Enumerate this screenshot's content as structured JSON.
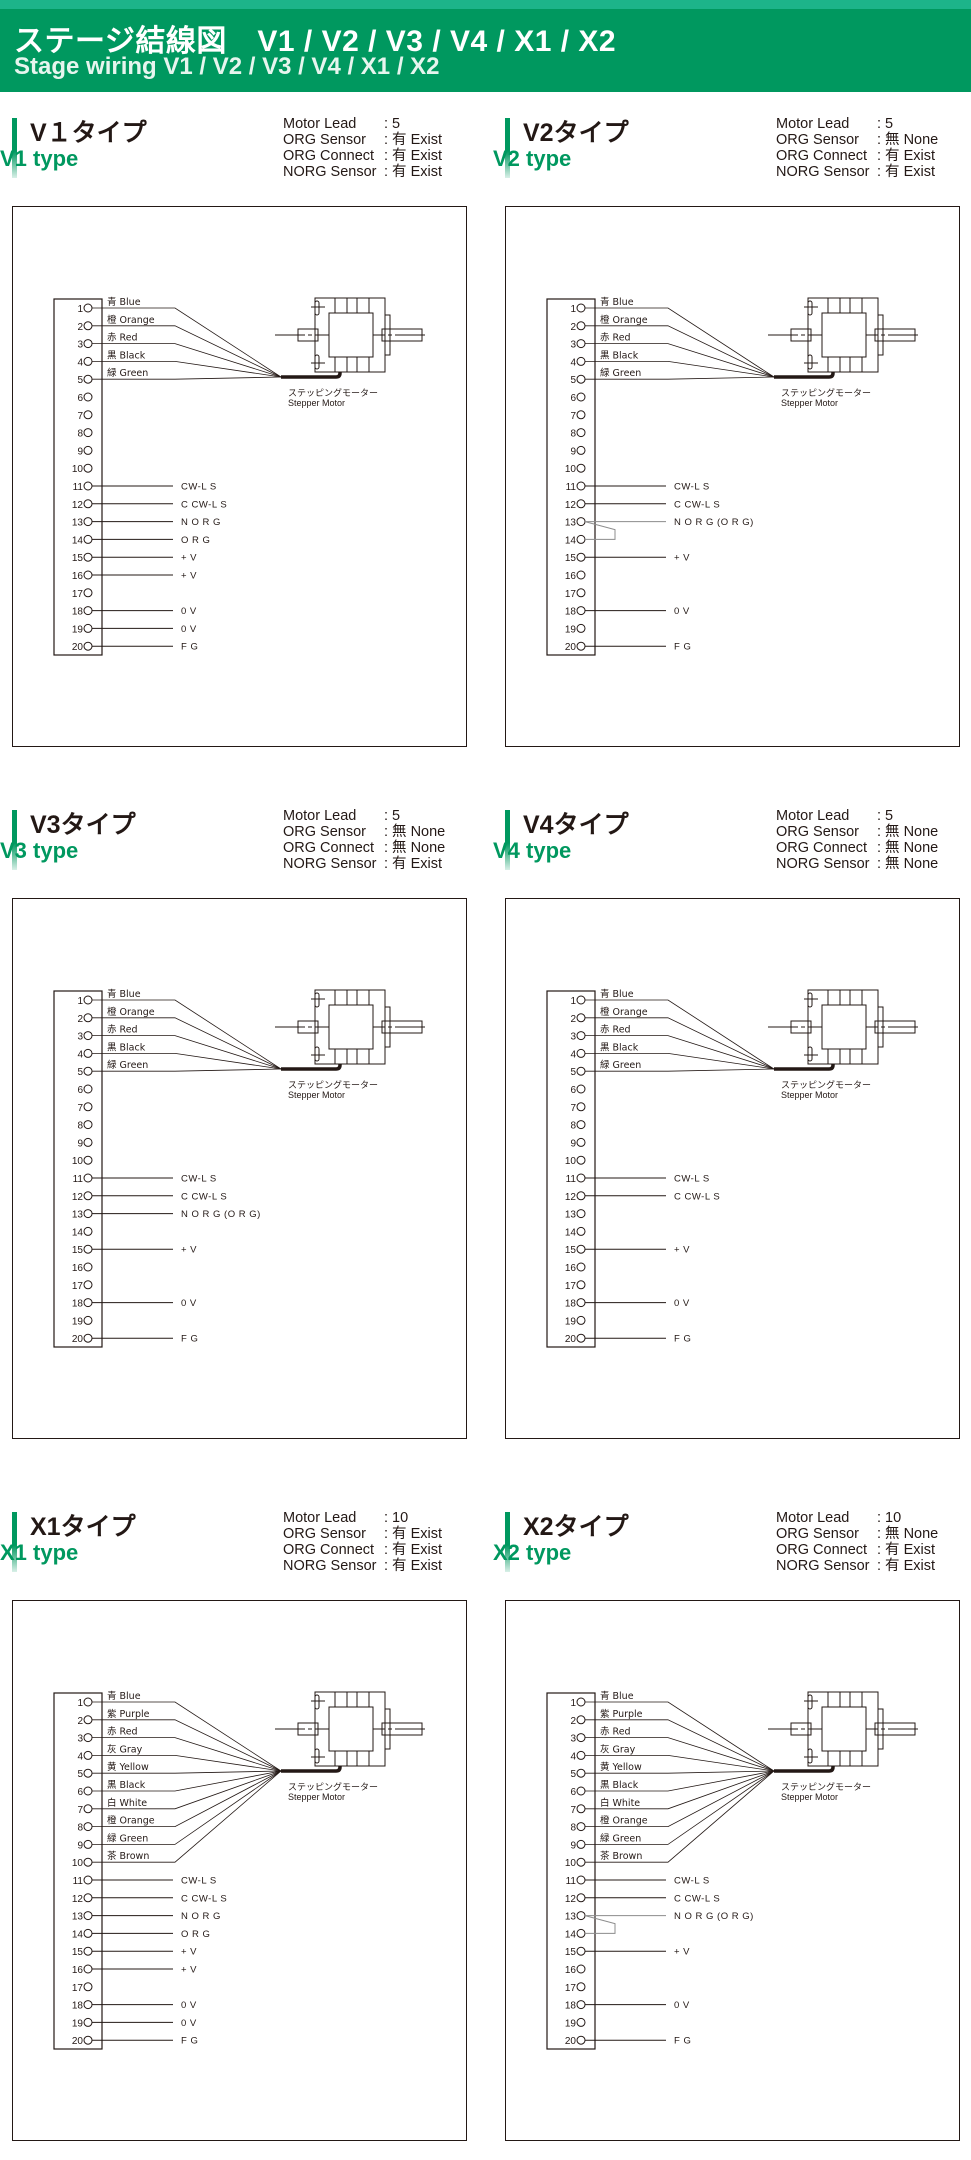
{
  "banner": {
    "title": "ステージ結線図　V1 / V2 / V3 / V4 / X1 / X2",
    "subtitle": "Stage wiring V1 / V2 / V3 / V4 / X1 / X2",
    "color": "#00985f",
    "strip_color": "#1db48a"
  },
  "spec_labels": [
    "Motor Lead",
    "ORG Sensor",
    "ORG Connect",
    "NORG Sensor"
  ],
  "motor_label": {
    "jp": "ステッピングモーター",
    "en": "Stepper Motor"
  },
  "sections": [
    {
      "id": "v1",
      "title_jp": "V１タイプ",
      "title_en": "V1 type",
      "specs": [
        ": 5",
        ": 有 Exist",
        ": 有 Exist",
        ": 有 Exist"
      ],
      "motor_pins": [
        {
          "pin": 1,
          "label": "青 Blue"
        },
        {
          "pin": 2,
          "label": "橙 Orange"
        },
        {
          "pin": 3,
          "label": "赤 Red"
        },
        {
          "pin": 4,
          "label": "黒 Black"
        },
        {
          "pin": 5,
          "label": "緑 Green"
        }
      ],
      "signals": [
        {
          "pin": 11,
          "label": "CW-L S"
        },
        {
          "pin": 12,
          "label": "C CW-L S"
        },
        {
          "pin": 13,
          "label": "N O R G"
        },
        {
          "pin": 14,
          "label": "O R G"
        },
        {
          "pin": 15,
          "label": "+ V"
        },
        {
          "pin": 16,
          "label": "+ V"
        },
        {
          "pin": 18,
          "label": "0 V"
        },
        {
          "pin": 19,
          "label": "0 V"
        },
        {
          "pin": 20,
          "label": "F G"
        }
      ],
      "jumper_13_14": false
    },
    {
      "id": "v2",
      "title_jp": "V2タイプ",
      "title_en": "V2 type",
      "specs": [
        ": 5",
        ": 無 None",
        ": 有 Exist",
        ": 有 Exist"
      ],
      "motor_pins": [
        {
          "pin": 1,
          "label": "青 Blue"
        },
        {
          "pin": 2,
          "label": "橙 Orange"
        },
        {
          "pin": 3,
          "label": "赤 Red"
        },
        {
          "pin": 4,
          "label": "黒 Black"
        },
        {
          "pin": 5,
          "label": "緑 Green"
        }
      ],
      "signals": [
        {
          "pin": 11,
          "label": "CW-L S"
        },
        {
          "pin": 12,
          "label": "C CW-L S"
        },
        {
          "pin": 13,
          "label": "N O R G (O R G)"
        },
        {
          "pin": 15,
          "label": "+ V"
        },
        {
          "pin": 18,
          "label": "0 V"
        },
        {
          "pin": 20,
          "label": "F G"
        }
      ],
      "jumper_13_14": true
    },
    {
      "id": "v3",
      "title_jp": "V3タイプ",
      "title_en": "V3 type",
      "specs": [
        ": 5",
        ": 無 None",
        ": 無 None",
        ": 有 Exist"
      ],
      "motor_pins": [
        {
          "pin": 1,
          "label": "青 Blue"
        },
        {
          "pin": 2,
          "label": "橙 Orange"
        },
        {
          "pin": 3,
          "label": "赤 Red"
        },
        {
          "pin": 4,
          "label": "黒 Black"
        },
        {
          "pin": 5,
          "label": "緑 Green"
        }
      ],
      "signals": [
        {
          "pin": 11,
          "label": "CW-L S"
        },
        {
          "pin": 12,
          "label": "C CW-L S"
        },
        {
          "pin": 13,
          "label": "N O R G (O R G)"
        },
        {
          "pin": 15,
          "label": "+ V"
        },
        {
          "pin": 18,
          "label": "0 V"
        },
        {
          "pin": 20,
          "label": "F G"
        }
      ],
      "jumper_13_14": false
    },
    {
      "id": "v4",
      "title_jp": "V4タイプ",
      "title_en": "V4 type",
      "specs": [
        ": 5",
        ": 無 None",
        ": 無 None",
        ": 無 None"
      ],
      "motor_pins": [
        {
          "pin": 1,
          "label": "青 Blue"
        },
        {
          "pin": 2,
          "label": "橙 Orange"
        },
        {
          "pin": 3,
          "label": "赤 Red"
        },
        {
          "pin": 4,
          "label": "黒 Black"
        },
        {
          "pin": 5,
          "label": "緑 Green"
        }
      ],
      "signals": [
        {
          "pin": 11,
          "label": "CW-L S"
        },
        {
          "pin": 12,
          "label": "C CW-L S"
        },
        {
          "pin": 15,
          "label": "+ V"
        },
        {
          "pin": 18,
          "label": "0 V"
        },
        {
          "pin": 20,
          "label": "F G"
        }
      ],
      "jumper_13_14": false
    },
    {
      "id": "x1",
      "title_jp": "X1タイプ",
      "title_en": "X1 type",
      "specs": [
        ": 10",
        ": 有 Exist",
        ": 有 Exist",
        ": 有 Exist"
      ],
      "motor_pins": [
        {
          "pin": 1,
          "label": "青 Blue"
        },
        {
          "pin": 2,
          "label": "紫 Purple"
        },
        {
          "pin": 3,
          "label": "赤 Red"
        },
        {
          "pin": 4,
          "label": "灰 Gray"
        },
        {
          "pin": 5,
          "label": "黄 Yellow"
        },
        {
          "pin": 6,
          "label": "黒 Black"
        },
        {
          "pin": 7,
          "label": "白 White"
        },
        {
          "pin": 8,
          "label": "橙 Orange"
        },
        {
          "pin": 9,
          "label": "緑 Green"
        },
        {
          "pin": 10,
          "label": "茶 Brown"
        }
      ],
      "signals": [
        {
          "pin": 11,
          "label": "CW-L S"
        },
        {
          "pin": 12,
          "label": "C CW-L S"
        },
        {
          "pin": 13,
          "label": "N O R G"
        },
        {
          "pin": 14,
          "label": "O R G"
        },
        {
          "pin": 15,
          "label": "+ V"
        },
        {
          "pin": 16,
          "label": "+ V"
        },
        {
          "pin": 18,
          "label": "0 V"
        },
        {
          "pin": 19,
          "label": "0 V"
        },
        {
          "pin": 20,
          "label": "F G"
        }
      ],
      "jumper_13_14": false
    },
    {
      "id": "x2",
      "title_jp": "X2タイプ",
      "title_en": "X2 type",
      "specs": [
        ": 10",
        ": 無 None",
        ": 有 Exist",
        ": 有 Exist"
      ],
      "motor_pins": [
        {
          "pin": 1,
          "label": "青 Blue"
        },
        {
          "pin": 2,
          "label": "紫 Purple"
        },
        {
          "pin": 3,
          "label": "赤 Red"
        },
        {
          "pin": 4,
          "label": "灰 Gray"
        },
        {
          "pin": 5,
          "label": "黄 Yellow"
        },
        {
          "pin": 6,
          "label": "黒 Black"
        },
        {
          "pin": 7,
          "label": "白 White"
        },
        {
          "pin": 8,
          "label": "橙 Orange"
        },
        {
          "pin": 9,
          "label": "緑 Green"
        },
        {
          "pin": 10,
          "label": "茶 Brown"
        }
      ],
      "signals": [
        {
          "pin": 11,
          "label": "CW-L S"
        },
        {
          "pin": 12,
          "label": "C CW-L S"
        },
        {
          "pin": 13,
          "label": "N O R G (O R G)"
        },
        {
          "pin": 15,
          "label": "+ V"
        },
        {
          "pin": 18,
          "label": "0 V"
        },
        {
          "pin": 20,
          "label": "F G"
        }
      ],
      "jumper_13_14": true
    }
  ]
}
